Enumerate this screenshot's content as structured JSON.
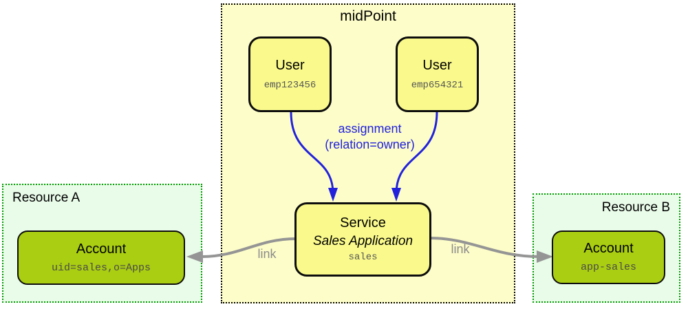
{
  "midpoint": {
    "title": "midPoint",
    "users": [
      {
        "type": "User",
        "id": "emp123456"
      },
      {
        "type": "User",
        "id": "emp654321"
      }
    ],
    "service": {
      "type": "Service",
      "display_name": "Sales Application",
      "id": "sales"
    }
  },
  "resources": [
    {
      "title": "Resource A",
      "account": {
        "type": "Account",
        "id": "uid=sales,o=Apps"
      }
    },
    {
      "title": "Resource B",
      "account": {
        "type": "Account",
        "id": "app-sales"
      }
    }
  ],
  "edges": {
    "assignment": {
      "line1": "assignment",
      "line2": "(relation=owner)"
    },
    "link_left": "link",
    "link_right": "link"
  },
  "colors": {
    "midpoint_background": "#FDFDC9",
    "node_yellow": "#FAFA8C",
    "account_green": "#AACE11",
    "resource_background": "#E9FBE9",
    "resource_border_green": "#009900",
    "assignment_blue": "#2222DD",
    "link_gray": "#959595"
  }
}
